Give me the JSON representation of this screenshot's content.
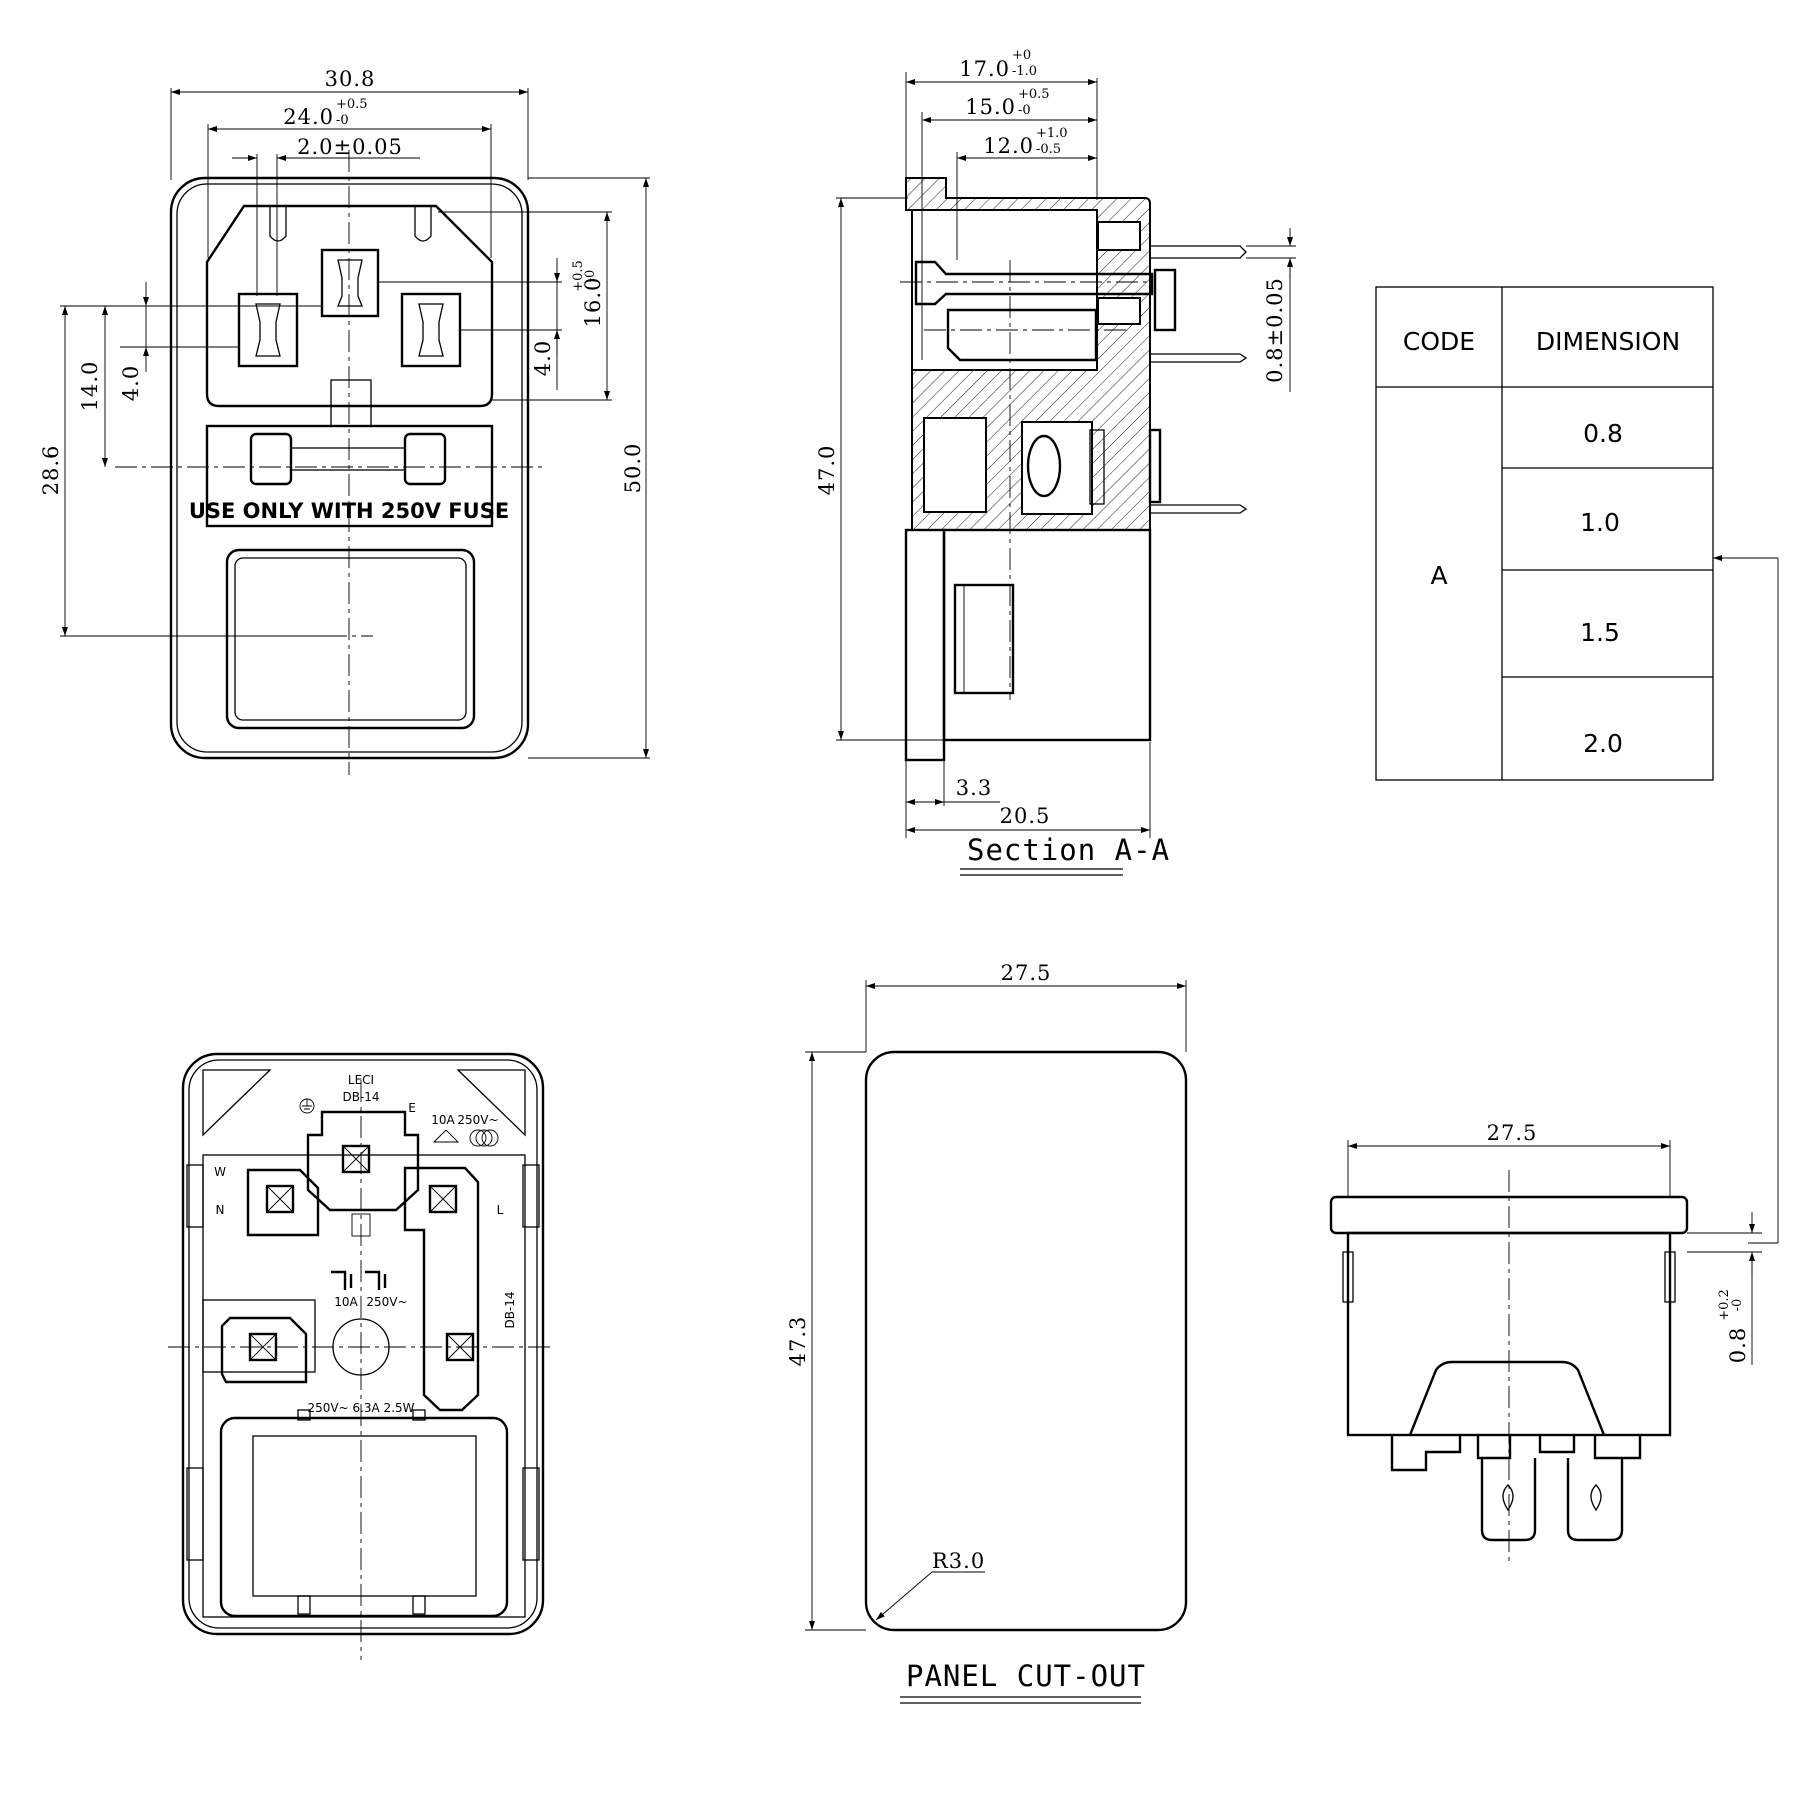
{
  "front_view": {
    "dims": {
      "width_overall": "30.8",
      "inlet_width_base": "24.0",
      "inlet_width_tol_upper": "+0.5",
      "inlet_width_tol_lower": "-0",
      "pin_spacing": "2.0±0.05",
      "total_height": "50.0",
      "inlet_height_base": "16.0",
      "inlet_height_tol_upper": "+0.5",
      "inlet_height_tol_lower": "-0",
      "pin_offset_right": "4.0",
      "pin_offset_left": "4.0",
      "fuse_to_pin": "14.0",
      "fuse_to_switch": "28.6"
    },
    "fuse_label": "USE ONLY WITH 250V FUSE"
  },
  "section_view": {
    "dims": {
      "depth_a_base": "17.0",
      "depth_a_tol_upper": "+0",
      "depth_a_tol_lower": "-1.0",
      "depth_b_base": "15.0",
      "depth_b_tol_upper": "+0.5",
      "depth_b_tol_lower": "-0",
      "depth_c_base": "12.0",
      "depth_c_tol_upper": "+1.0",
      "depth_c_tol_lower": "-0.5",
      "terminal_thickness": "0.8±0.05",
      "height": "47.0",
      "flange": "3.3",
      "total_depth": "20.5"
    },
    "caption": "Section A-A"
  },
  "code_table": {
    "headers": [
      "CODE",
      "DIMENSION"
    ],
    "code": "A",
    "values": [
      "0.8",
      "1.0",
      "1.5",
      "2.0"
    ]
  },
  "rear_view": {
    "markings": {
      "maker": "LECI",
      "model": "DB-14",
      "model_side": "DB-14",
      "earth": "E",
      "neutral_top": "W",
      "neutral": "N",
      "line": "L",
      "rating_a": "10A",
      "rating_v": "250V~",
      "ul_rating_a": "10A",
      "ul_rating_v": "250V~",
      "fuse_rating": "250V~ 6.3A 2.5W"
    }
  },
  "panel_cutout": {
    "dims": {
      "width": "27.5",
      "height": "47.3",
      "radius": "R3.0"
    },
    "caption": "PANEL CUT-OUT"
  },
  "side_view": {
    "dims": {
      "width": "27.5",
      "panel_thickness_base": "0.8",
      "panel_thickness_tol_upper": "+0.2",
      "panel_thickness_tol_lower": "-0"
    }
  }
}
